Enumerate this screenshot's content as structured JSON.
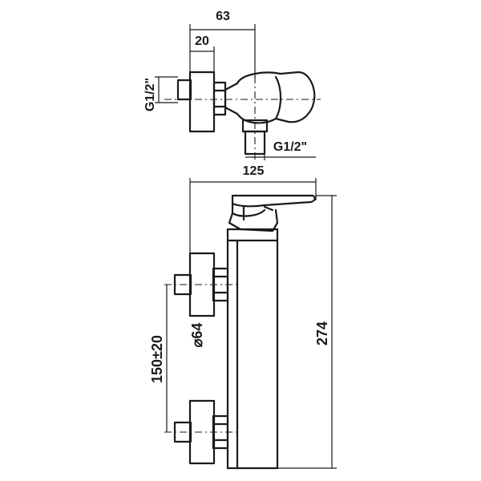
{
  "dimensions": {
    "top_width": "63",
    "top_depth": "20",
    "thread_inlet": "G1/2\"",
    "thread_outlet": "G1/2\"",
    "overall_width": "125",
    "spacing": "150±20",
    "flange_diameter": "⌀64",
    "overall_height": "274"
  },
  "colors": {
    "stroke": "#1a1a1a",
    "background": "#ffffff"
  }
}
